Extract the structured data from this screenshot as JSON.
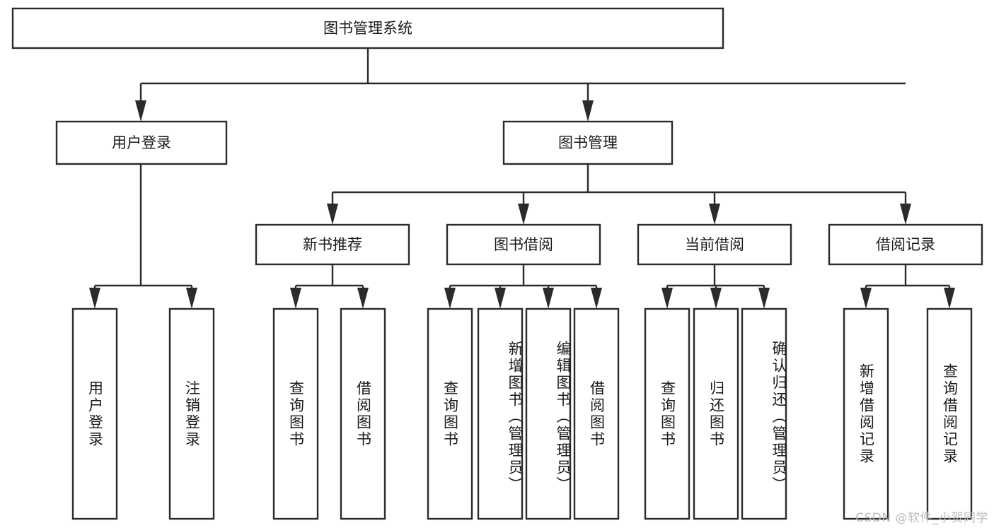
{
  "diagram": {
    "title": "图书管理系统",
    "type": "tree-hierarchy",
    "root": {
      "id": "root",
      "label": "图书管理系统"
    },
    "level2": [
      {
        "id": "user-login",
        "label": "用户登录"
      },
      {
        "id": "book-manage",
        "label": "图书管理"
      }
    ],
    "level3": [
      {
        "id": "new-book-recommend",
        "label": "新书推荐"
      },
      {
        "id": "book-borrow",
        "label": "图书借阅"
      },
      {
        "id": "current-borrow",
        "label": "当前借阅"
      },
      {
        "id": "borrow-record",
        "label": "借阅记录"
      }
    ],
    "leaves": {
      "user_login": [
        {
          "id": "leaf-user-login",
          "label": "用户登录"
        },
        {
          "id": "leaf-logout-login",
          "label": "注销登录"
        }
      ],
      "new_book_recommend": [
        {
          "id": "leaf-query-book-1",
          "label": "查询图书"
        },
        {
          "id": "leaf-borrow-book-1",
          "label": "借阅图书"
        }
      ],
      "book_borrow": [
        {
          "id": "leaf-query-book-2",
          "label": "查询图书"
        },
        {
          "id": "leaf-add-book",
          "label": "新增图书（管理员）"
        },
        {
          "id": "leaf-edit-book",
          "label": "编辑图书（管理员）"
        },
        {
          "id": "leaf-borrow-book-2",
          "label": "借阅图书"
        }
      ],
      "current_borrow": [
        {
          "id": "leaf-query-book-3",
          "label": "查询图书"
        },
        {
          "id": "leaf-return-book",
          "label": "归还图书"
        },
        {
          "id": "leaf-confirm-return",
          "label": "确认归还（管理员）"
        }
      ],
      "borrow_record": [
        {
          "id": "leaf-add-record",
          "label": "新增借阅记录"
        },
        {
          "id": "leaf-query-record",
          "label": "查询借阅记录"
        }
      ]
    }
  },
  "watermark": {
    "text": "CSDN @软件_小贺同学"
  },
  "colors": {
    "stroke": "#2b2b2b",
    "fill": "#ffffff",
    "text": "#1a1a1a",
    "watermark": "#bdbdbd"
  }
}
